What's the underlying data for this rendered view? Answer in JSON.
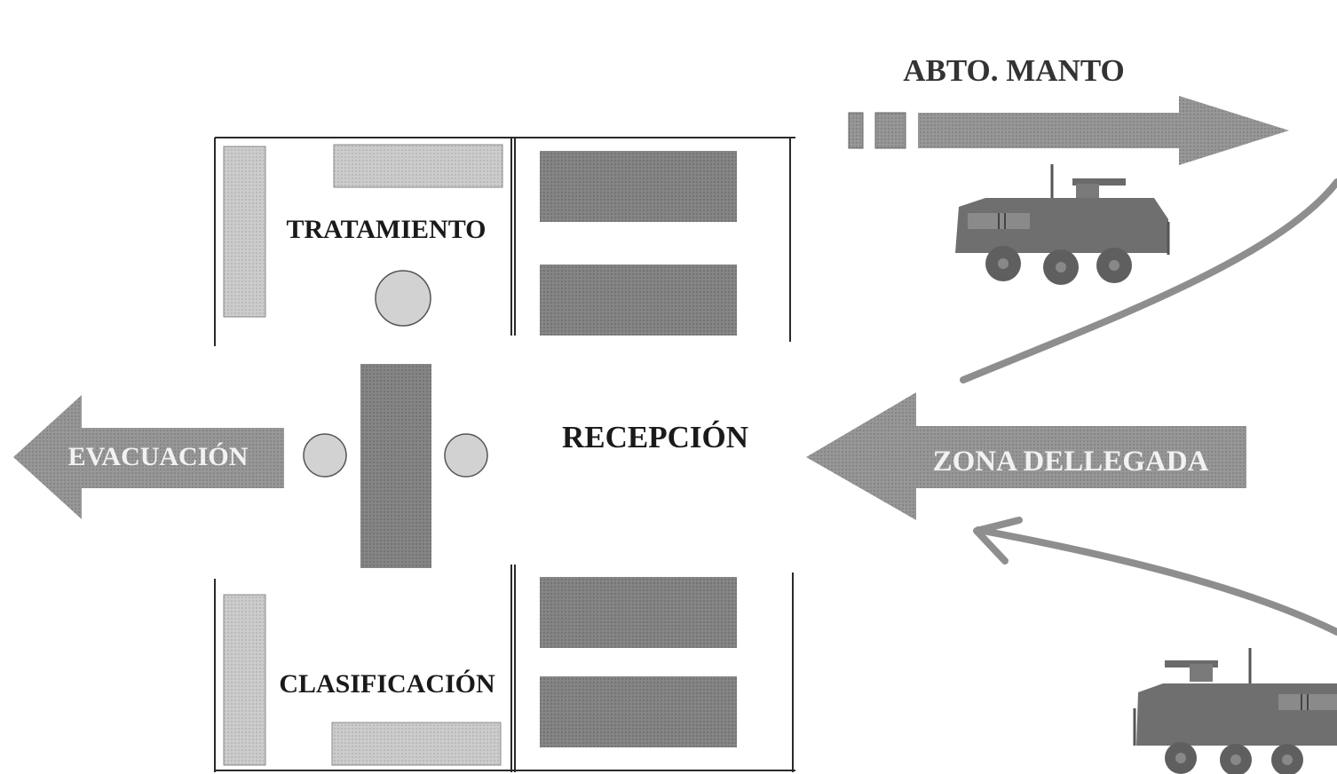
{
  "labels": {
    "top_arrow": "ABTO. MANTO",
    "treatment": "TRATAMIENTO",
    "reception": "RECEPCIÓN",
    "classification": "CLASIFICACIÓN",
    "evacuation": "EVACUACIÓN",
    "arrival_zone": "ZONA DELLEGADA"
  },
  "colors": {
    "dark_block": "#7d7d7d",
    "light_block": "#c4c4c4",
    "arrow_fill": "#8e8e8e",
    "circle_fill": "#d2d2d2",
    "outline": "#2a2a2a"
  },
  "icons": [
    "armored-vehicle-icon",
    "armored-vehicle-icon"
  ]
}
